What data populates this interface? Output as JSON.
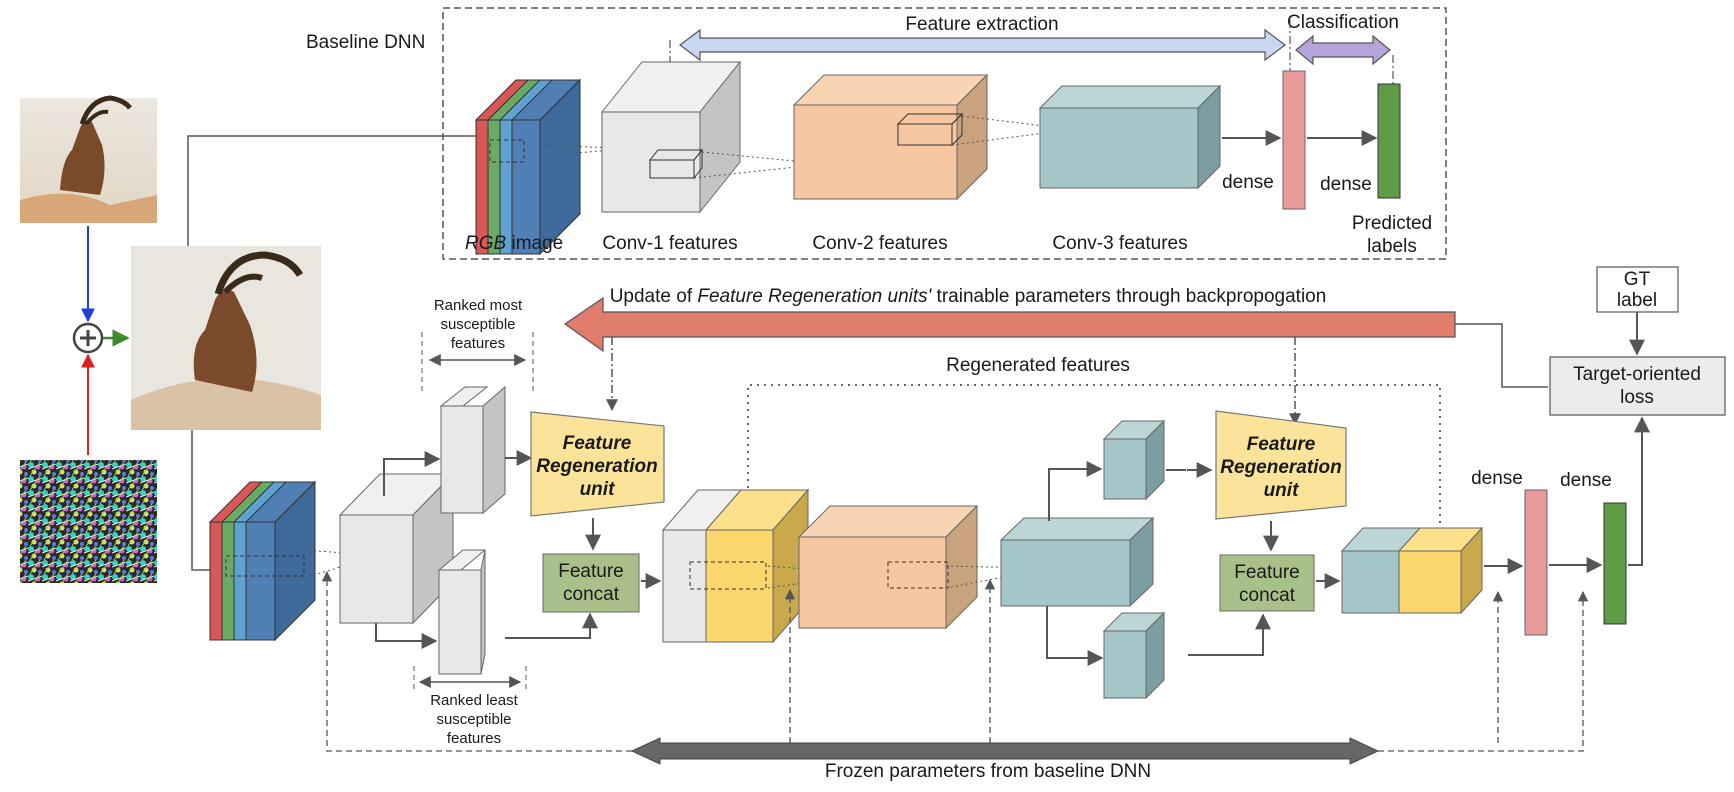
{
  "top": {
    "section_label": "Baseline DNN",
    "feature_extraction": "Feature extraction",
    "classification": "Classification",
    "rgb_italic": "RGB",
    "rgb_rest": " image",
    "conv1": "Conv-1 features",
    "conv2": "Conv-2 features",
    "conv3": "Conv-3 features",
    "dense1": "dense",
    "dense2": "dense",
    "predicted_line1": "Predicted",
    "predicted_line2": "labels"
  },
  "bottom": {
    "update_pre": "Update of ",
    "update_italic": "Feature Regeneration units'",
    "update_post": " trainable parameters through backpropogation",
    "regenerated": "Regenerated features",
    "ranked_most": [
      "Ranked most",
      "susceptible",
      "features"
    ],
    "ranked_least": [
      "Ranked least",
      "susceptible",
      "features"
    ],
    "fru": [
      "Feature",
      "Regeneration",
      "unit"
    ],
    "concat": [
      "Feature",
      "concat"
    ],
    "gt": [
      "GT",
      "label"
    ],
    "loss": [
      "Target-oriented",
      "loss"
    ],
    "dense1": "dense",
    "dense2": "dense",
    "frozen": "Frozen parameters from baseline DNN"
  },
  "colors": {
    "red": "#d95757",
    "green": "#6aaa64",
    "blue": "#4f7fb5",
    "conv1": "#e4e4e4",
    "conv2": "#f6c7a0",
    "conv3": "#a5c6c9",
    "fru": "#fbe49a",
    "concat": "#a9c08a",
    "update_arrow": "#e07d6c",
    "fe_arrow": "#c9d7f3",
    "cls_arrow": "#b6a3d8",
    "frozen_arrow": "#666666",
    "dense_pink": "#e99a9a",
    "dense_green": "#5e9b46"
  }
}
